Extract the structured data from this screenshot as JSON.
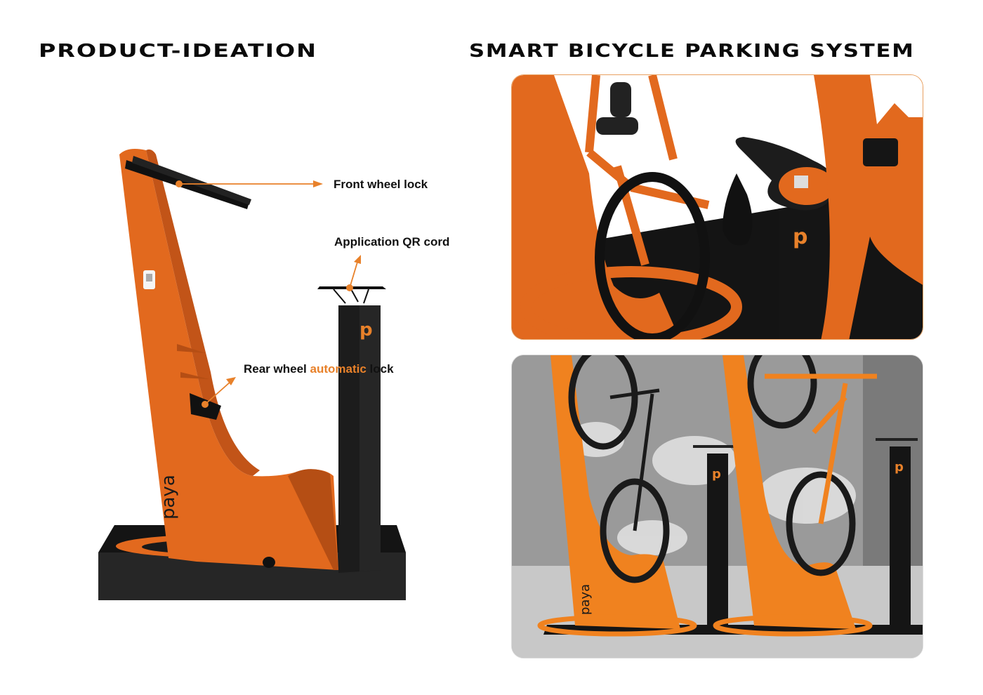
{
  "headings": {
    "left": "PRODUCT-IDEATION",
    "right": "SMART BICYCLE PARKING SYSTEM"
  },
  "annotations": {
    "front_wheel_lock": "Front wheel lock",
    "qr_code": "Application QR cord",
    "rear_wheel_prefix": "Rear wheel ",
    "rear_wheel_accent": "automatic",
    "rear_wheel_suffix": " lock"
  },
  "brand": {
    "logo_text": "paya",
    "pillar_mark": "p"
  },
  "images": {
    "product_render": "bike-stand-render",
    "photo_top": "closeup-bike-stand-with-qr-saddle",
    "photo_bottom": "bike-stands-in-outdoor-scene"
  },
  "colors": {
    "accent": "#e8812a",
    "stand_orange": "#e2691e",
    "stand_black": "#1e1e1e",
    "text": "#111111"
  }
}
